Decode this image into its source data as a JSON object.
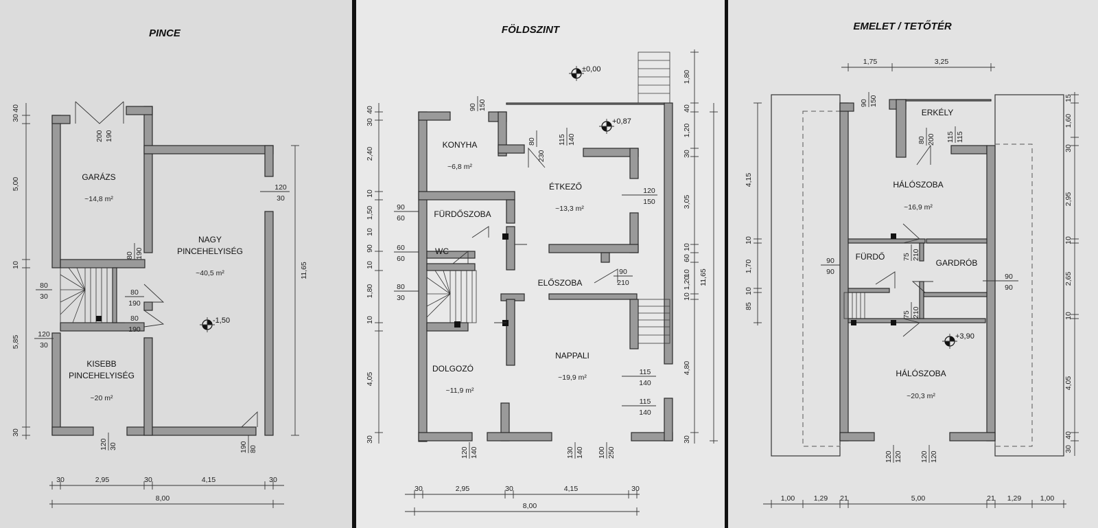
{
  "sheets": {
    "pince": {
      "title": "PINCE",
      "rooms": {
        "garazs": {
          "name": "GARÁZS",
          "area": "~14,8 m²"
        },
        "nagy_l1": "NAGY",
        "nagy_l2": "PINCEHELYISÉG",
        "nagy_area": "~40,5 m²",
        "kisebb_l1": "KISEBB",
        "kisebb_l2": "PINCEHELYISÉG",
        "kisebb_area": "~20 m²"
      },
      "level": "-1,50",
      "openings": {
        "garage_top": "200",
        "garage_bot": "190",
        "window_right_top": "120",
        "window_right_bot": "30",
        "stair_door_top": "80",
        "stair_door_bot": "190",
        "win_left1_top": "80",
        "win_left1_bot": "30",
        "door_mid1_top": "80",
        "door_mid1_bot": "190",
        "door_mid2_top": "80",
        "door_mid2_bot": "190",
        "win_left2_top": "120",
        "win_left2_bot": "30",
        "win_bottom_top": "120",
        "win_bottom_bot": "30",
        "door_bottom_top": "190",
        "door_bottom_bot": "80"
      },
      "dims_left": [
        "30",
        "40",
        "5,00",
        "10",
        "5,85",
        "30"
      ],
      "dims_right": "11,65",
      "dims_bottom": [
        "30",
        "2,95",
        "30",
        "4,15",
        "30"
      ],
      "dims_total": "8,00"
    },
    "foldszint": {
      "title": "FÖLDSZINT",
      "rooms": {
        "konyha": {
          "name": "KONYHA",
          "area": "~6,8 m²"
        },
        "etkezo": {
          "name": "ÉTKEZŐ",
          "area": "~13,3 m²"
        },
        "furdoszoba": "FÜRDŐSZOBA",
        "wc": "WC",
        "eloszoba": "ELŐSZOBA",
        "dolgozo": {
          "name": "DOLGOZÓ",
          "area": "~11,9 m²"
        },
        "nappali": {
          "name": "NAPPALI",
          "area": "~19,9 m²"
        }
      },
      "level_outside": "±0,00",
      "level_inside": "+0,87",
      "openings": {
        "kitchen_win_top": "90",
        "kitchen_win_bot": "150",
        "kitchen_door_top": "80",
        "kitchen_door_bot": "230",
        "dining_win_top": "115",
        "dining_win_bot": "140",
        "dining_right_top": "120",
        "dining_right_bot": "150",
        "bath_win_top": "90",
        "bath_win_bot": "60",
        "wc_win_top": "60",
        "wc_win_bot": "60",
        "stair_win_top": "80",
        "stair_win_bot": "30",
        "entry_door_top": "90",
        "entry_door_bot": "210",
        "living_r1_top": "115",
        "living_r1_bot": "140",
        "living_r2_top": "115",
        "living_r2_bot": "140",
        "bot1_top": "120",
        "bot1_bot": "140",
        "bot2_top": "130",
        "bot2_bot": "140",
        "bot3_top": "100",
        "bot3_bot": "250"
      },
      "dims_left": [
        "30",
        "40",
        "2,40",
        "10",
        "1,50",
        "10",
        "90",
        "10",
        "1,80",
        "10",
        "4,05",
        "30"
      ],
      "dims_right": [
        "1,80",
        "40",
        "1,20",
        "30",
        "3,05",
        "10",
        "60",
        "10",
        "1,20",
        "10",
        "4,80",
        "30"
      ],
      "dims_right_total": "11,65",
      "dims_bottom": [
        "30",
        "2,95",
        "30",
        "4,15",
        "30"
      ],
      "dims_total": "8,00"
    },
    "emelet": {
      "title": "EMELET / TETŐTÉR",
      "rooms": {
        "erkely": "ERKÉLY",
        "haloszoba1": {
          "name": "HÁLÓSZOBA",
          "area": "~16,9 m²"
        },
        "furdo": "FÜRDŐ",
        "gardrob": "GARDRÓB",
        "haloszoba2": {
          "name": "HÁLÓSZOBA",
          "area": "~20,3 m²"
        }
      },
      "level": "+3,90",
      "dims_top": [
        "1,75",
        "3,25"
      ],
      "openings": {
        "top_win_top": "90",
        "top_win_bot": "150",
        "balc_door_top": "80",
        "balc_door_bot": "200",
        "balc_win_top": "115",
        "balc_win_bot": "115",
        "bath_door_top": "75",
        "bath_door_bot": "210",
        "bath_win_top": "90",
        "bath_win_bot": "90",
        "ward_win_top": "90",
        "ward_win_bot": "90",
        "ward_door_top": "75",
        "ward_door_bot": "210",
        "bot1_top": "120",
        "bot1_bot": "120",
        "bot2_top": "120",
        "bot2_bot": "120"
      },
      "dims_left": [
        "4,15",
        "10",
        "1,70",
        "10",
        "85"
      ],
      "dims_right": [
        "15",
        "1,60",
        "30",
        "2,95",
        "10",
        "2,65",
        "10",
        "4,05",
        "40",
        "30"
      ],
      "dims_bottom": [
        "1,00",
        "1,29",
        "21",
        "5,00",
        "21",
        "1,29",
        "1,00"
      ]
    }
  }
}
